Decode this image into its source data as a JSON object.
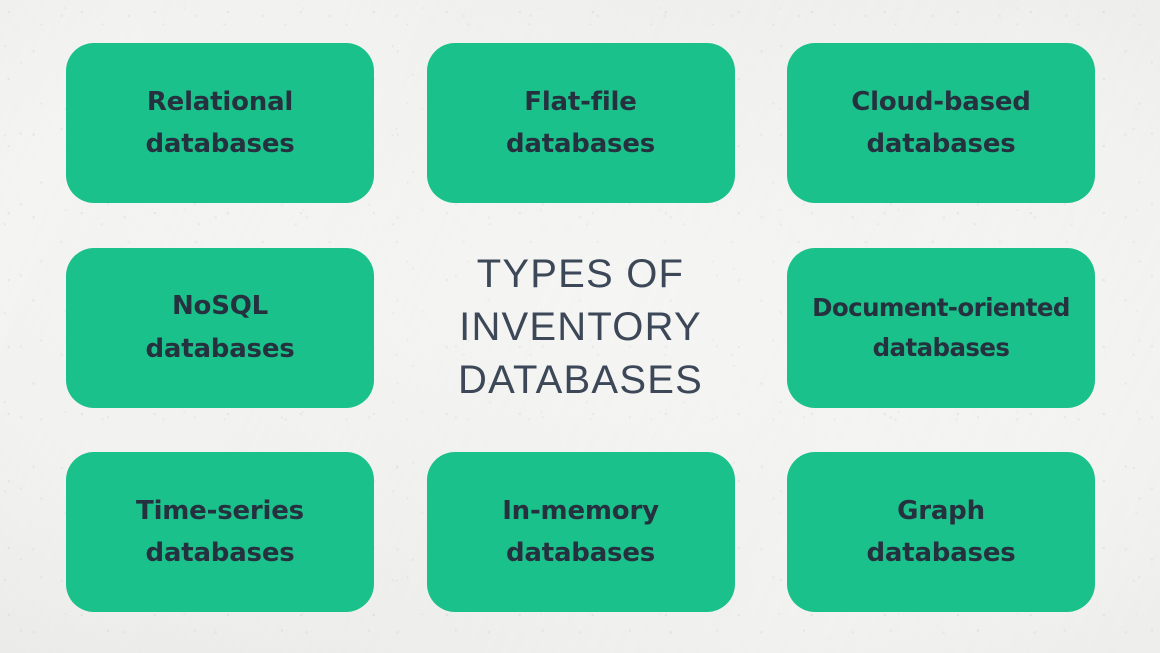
{
  "slide": {
    "title": "TYPES OF\nINVENTORY\nDATABASES",
    "background_color": "#f1f1ef",
    "card_color": "#1bc18a",
    "card_text_color": "#26313f",
    "title_text_color": "#3c4857"
  },
  "cards": [
    {
      "id": "relational",
      "label": "Relational\ndatabases",
      "row": 1,
      "col": 1
    },
    {
      "id": "flat-file",
      "label": "Flat-file\ndatabases",
      "row": 1,
      "col": 2
    },
    {
      "id": "cloud-based",
      "label": "Cloud-based\ndatabases",
      "row": 1,
      "col": 3
    },
    {
      "id": "nosql",
      "label": "NoSQL\ndatabases",
      "row": 2,
      "col": 1
    },
    {
      "id": "document-oriented",
      "label": "Document-oriented\ndatabases",
      "row": 2,
      "col": 3
    },
    {
      "id": "time-series",
      "label": "Time-series\ndatabases",
      "row": 3,
      "col": 1
    },
    {
      "id": "in-memory",
      "label": "In-memory\ndatabases",
      "row": 3,
      "col": 2
    },
    {
      "id": "graph",
      "label": "Graph\ndatabases",
      "row": 3,
      "col": 3
    }
  ]
}
